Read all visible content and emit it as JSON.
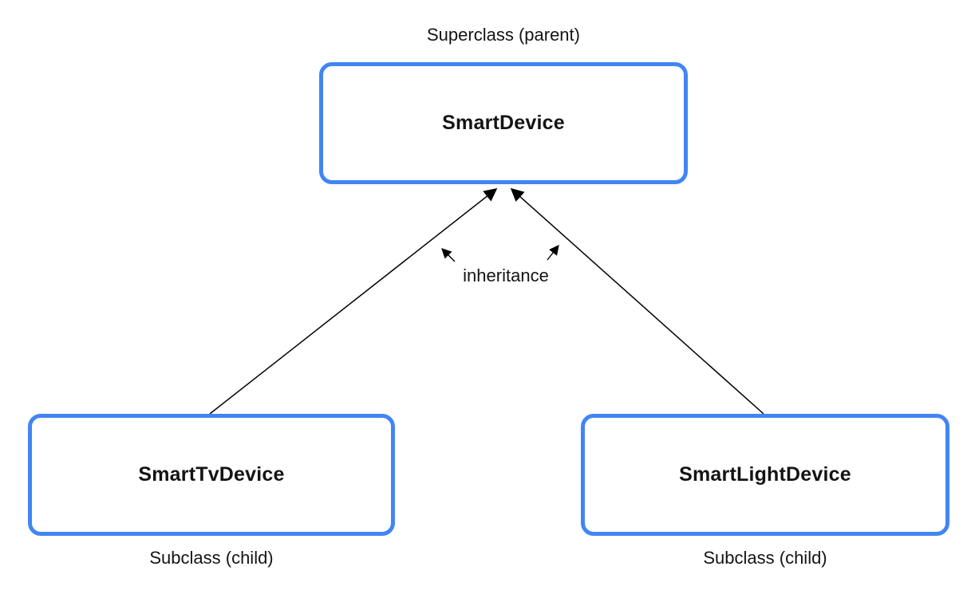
{
  "colors": {
    "box_border": "#4285F4",
    "box_fill": "#ffffff",
    "line": "#000000",
    "text": "#141414"
  },
  "diagram": {
    "superclass": {
      "caption": "Superclass (parent)",
      "name": "SmartDevice"
    },
    "subclasses": [
      {
        "name": "SmartTvDevice",
        "caption": "Subclass (child)"
      },
      {
        "name": "SmartLightDevice",
        "caption": "Subclass (child)"
      }
    ],
    "edge_label": "inheritance"
  }
}
